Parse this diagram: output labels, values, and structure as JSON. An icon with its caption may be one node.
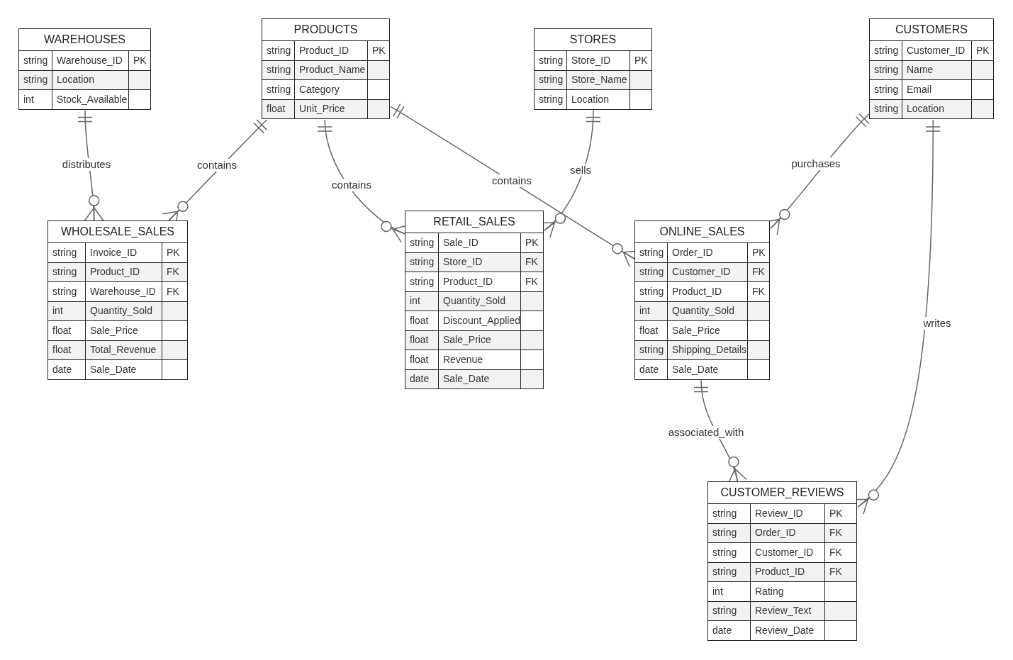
{
  "diagram": {
    "nodes": [
      {
        "text": [
          "WAREHOUSES"
        ]
      },
      {
        "text": [
          "string",
          "Warehouse_ID",
          "PK"
        ],
        "in": 0
      },
      {
        "text": [
          "string",
          "Location"
        ],
        "in": 0
      },
      {
        "text": [
          "int",
          "Stock_Available"
        ],
        "in": 0
      },
      {
        "text": [
          "PRODUCTS"
        ]
      },
      {
        "text": [
          "string",
          "Product_ID",
          "PK"
        ],
        "in": 4
      },
      {
        "text": [
          "string",
          "Product_Name"
        ],
        "in": 4
      },
      {
        "text": [
          "string",
          "Category"
        ],
        "in": 4
      },
      {
        "text": [
          "float",
          "Unit_Price"
        ],
        "in": 4
      },
      {
        "text": [
          "STORES"
        ]
      },
      {
        "text": [
          "string",
          "Store_ID",
          "PK"
        ],
        "in": 9
      },
      {
        "text": [
          "string",
          "Store_Name"
        ],
        "in": 9
      },
      {
        "text": [
          "string",
          "Location"
        ],
        "in": 9
      },
      {
        "text": [
          "CUSTOMERS"
        ]
      },
      {
        "text": [
          "string",
          "Customer_ID",
          "PK"
        ],
        "in": 13
      },
      {
        "text": [
          "string",
          "Name"
        ],
        "in": 13
      },
      {
        "text": [
          "string",
          "Email"
        ],
        "in": 13
      },
      {
        "text": [
          "string",
          "Location"
        ],
        "in": 13
      },
      {
        "text": [
          "WHOLESALE_SALES"
        ]
      },
      {
        "text": [
          "string",
          "Invoice_ID",
          "PK"
        ],
        "in": 18
      },
      {
        "text": [
          "string",
          "Product_ID",
          "FK"
        ],
        "in": 18
      },
      {
        "text": [
          "string",
          "Warehouse_ID",
          "FK"
        ],
        "in": 18
      },
      {
        "text": [
          "int",
          "Quantity_Sold"
        ],
        "in": 18
      },
      {
        "text": [
          "float",
          "Sale_Price"
        ],
        "in": 18
      },
      {
        "text": [
          "float",
          "Total_Revenue"
        ],
        "in": 18
      },
      {
        "text": [
          "date",
          "Sale_Date"
        ],
        "in": 18
      },
      {
        "text": [
          "RETAIL_SALES"
        ]
      },
      {
        "text": [
          "string",
          "Sale_ID",
          "PK"
        ],
        "in": 26
      },
      {
        "text": [
          "string",
          "Store_ID",
          "FK"
        ],
        "in": 26
      },
      {
        "text": [
          "string",
          "Product_ID",
          "FK"
        ],
        "in": 26
      },
      {
        "text": [
          "int",
          "Quantity_Sold"
        ],
        "in": 26
      },
      {
        "text": [
          "float",
          "Discount_Applied"
        ],
        "in": 26
      },
      {
        "text": [
          "float",
          "Sale_Price"
        ],
        "in": 26
      },
      {
        "text": [
          "float",
          "Revenue"
        ],
        "in": 26
      },
      {
        "text": [
          "date",
          "Sale_Date"
        ],
        "in": 26
      },
      {
        "text": [
          "ONLINE_SALES"
        ]
      },
      {
        "text": [
          "string",
          "Order_ID",
          "PK"
        ],
        "in": 35
      },
      {
        "text": [
          "string",
          "Customer_ID",
          "FK"
        ],
        "in": 35
      },
      {
        "text": [
          "string",
          "Product_ID",
          "FK"
        ],
        "in": 35
      },
      {
        "text": [
          "int",
          "Quantity_Sold"
        ],
        "in": 35
      },
      {
        "text": [
          "float",
          "Sale_Price"
        ],
        "in": 35
      },
      {
        "text": [
          "string",
          "Shipping_Details"
        ],
        "in": 35
      },
      {
        "text": [
          "date",
          "Sale_Date"
        ],
        "in": 35
      },
      {
        "text": [
          "CUSTOMER_REVIEWS"
        ]
      },
      {
        "text": [
          "string",
          "Review_ID",
          "PK"
        ],
        "in": 43
      },
      {
        "text": [
          "string",
          "Order_ID",
          "FK"
        ],
        "in": 43
      },
      {
        "text": [
          "string",
          "Customer_ID",
          "FK"
        ],
        "in": 43
      },
      {
        "text": [
          "string",
          "Product_ID",
          "FK"
        ],
        "in": 43
      },
      {
        "text": [
          "int",
          "Rating"
        ],
        "in": 43
      },
      {
        "text": [
          "string",
          "Review_Text"
        ],
        "in": 43
      },
      {
        "text": [
          "date",
          "Review_Date"
        ],
        "in": 43
      }
    ],
    "edges": [
      {
        "from": 0,
        "to": 18,
        "arrow": "other",
        "label": "distributes"
      },
      {
        "from": 4,
        "to": 18,
        "arrow": "other",
        "label": "contains"
      },
      {
        "from": 4,
        "to": 26,
        "arrow": "other",
        "label": "contains"
      },
      {
        "from": 4,
        "to": 35,
        "arrow": "other",
        "label": "contains"
      },
      {
        "from": 9,
        "to": 26,
        "arrow": "other",
        "label": "sells"
      },
      {
        "from": 13,
        "to": 35,
        "arrow": "other",
        "label": "purchases"
      },
      {
        "from": 13,
        "to": 43,
        "arrow": "other",
        "label": "writes"
      },
      {
        "from": 35,
        "to": 43,
        "arrow": "other",
        "label": "associated_with"
      }
    ]
  }
}
